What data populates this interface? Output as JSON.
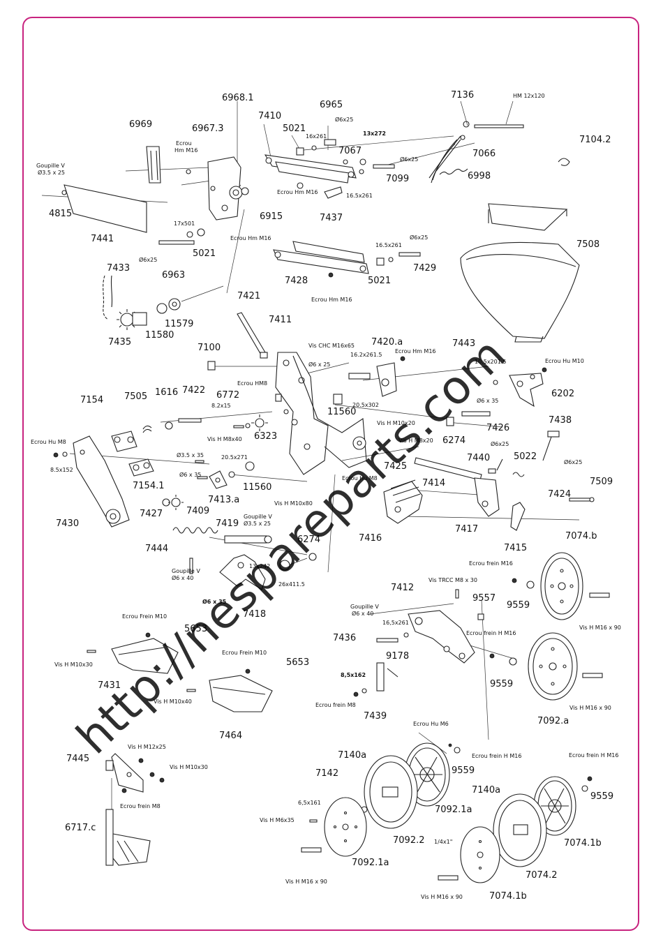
{
  "watermark": "http://nespareparts.com",
  "colors": {
    "frame": "#c8237f",
    "ink": "#111111"
  },
  "part_labels": [
    {
      "id": "6968.1",
      "text": "6968.1",
      "size": "big"
    },
    {
      "id": "6965",
      "text": "6965",
      "size": "big"
    },
    {
      "id": "7136",
      "text": "7136",
      "size": "big"
    },
    {
      "id": "hm12x120",
      "text": "HM 12x120",
      "size": "sm"
    },
    {
      "id": "7410",
      "text": "7410",
      "size": "big"
    },
    {
      "id": "6969",
      "text": "6969",
      "size": "big"
    },
    {
      "id": "6967.3",
      "text": "6967.3",
      "size": "big"
    },
    {
      "id": "5021a",
      "text": "5021",
      "size": "big"
    },
    {
      "id": "d6x25a",
      "text": "Ø6x25",
      "size": "sm"
    },
    {
      "id": "16x261a",
      "text": "16x261",
      "size": "sm"
    },
    {
      "id": "13x272",
      "text": "13x272",
      "size": "sm",
      "bold": true
    },
    {
      "id": "7104.2",
      "text": "7104.2",
      "size": "big"
    },
    {
      "id": "ecrou-hm-m16-a1",
      "text": "Ecrou",
      "size": "sm"
    },
    {
      "id": "ecrou-hm-m16-a2",
      "text": "Hm M16",
      "size": "sm"
    },
    {
      "id": "7067",
      "text": "7067",
      "size": "big"
    },
    {
      "id": "7066",
      "text": "7066",
      "size": "big"
    },
    {
      "id": "goupille-v-a1",
      "text": "Goupille V",
      "size": "sm"
    },
    {
      "id": "goupille-v-a2",
      "text": "Ø3.5 x 25",
      "size": "sm"
    },
    {
      "id": "d6x25b",
      "text": "Ø6x25",
      "size": "sm"
    },
    {
      "id": "7099",
      "text": "7099",
      "size": "big"
    },
    {
      "id": "6998",
      "text": "6998",
      "size": "big"
    },
    {
      "id": "ecrou-hm-m16-b",
      "text": "Ecrou Hm M16",
      "size": "sm"
    },
    {
      "id": "16.5x261a",
      "text": "16.5x261",
      "size": "sm"
    },
    {
      "id": "4815",
      "text": "4815",
      "size": "big"
    },
    {
      "id": "6915",
      "text": "6915",
      "size": "big"
    },
    {
      "id": "7437",
      "text": "7437",
      "size": "big"
    },
    {
      "id": "17x501",
      "text": "17x501",
      "size": "sm"
    },
    {
      "id": "7441",
      "text": "7441",
      "size": "big"
    },
    {
      "id": "ecrou-hm-m16-c",
      "text": "Ecrou Hm M16",
      "size": "sm"
    },
    {
      "id": "5021b",
      "text": "5021",
      "size": "big"
    },
    {
      "id": "7508",
      "text": "7508",
      "size": "big"
    },
    {
      "id": "d6x25c",
      "text": "Ø6x25",
      "size": "sm"
    },
    {
      "id": "16.5x261b",
      "text": "16.5x261",
      "size": "sm"
    },
    {
      "id": "d6x25d",
      "text": "Ø6x25",
      "size": "sm"
    },
    {
      "id": "7433",
      "text": "7433",
      "size": "big"
    },
    {
      "id": "6963",
      "text": "6963",
      "size": "big"
    },
    {
      "id": "7429",
      "text": "7429",
      "size": "big"
    },
    {
      "id": "7428",
      "text": "7428",
      "size": "big"
    },
    {
      "id": "5021c",
      "text": "5021",
      "size": "big"
    },
    {
      "id": "ecrou-hm-m16-d",
      "text": "Ecrou Hm M16",
      "size": "sm"
    },
    {
      "id": "7421",
      "text": "7421",
      "size": "big"
    },
    {
      "id": "11579",
      "text": "11579",
      "size": "big"
    },
    {
      "id": "7435",
      "text": "7435",
      "size": "big"
    },
    {
      "id": "11580",
      "text": "11580",
      "size": "big"
    },
    {
      "id": "7411",
      "text": "7411",
      "size": "big"
    },
    {
      "id": "7443",
      "text": "7443",
      "size": "big"
    },
    {
      "id": "vis-chc-m16x65",
      "text": "Vis CHC M16x65",
      "size": "sm"
    },
    {
      "id": "7420.a",
      "text": "7420.a",
      "size": "big"
    },
    {
      "id": "7100",
      "text": "7100",
      "size": "big"
    },
    {
      "id": "ecrou-hm-m16-e",
      "text": "Ecrou Hm M16",
      "size": "sm"
    },
    {
      "id": "16.2x261.5",
      "text": "16.2x261.5",
      "size": "sm"
    },
    {
      "id": "d6x25e",
      "text": "Ø6 x 25",
      "size": "sm"
    },
    {
      "id": "10.5x201.5",
      "text": "10.5x201.5",
      "size": "sm"
    },
    {
      "id": "ecrou-hu-m10-a",
      "text": "Ecrou Hu M10",
      "size": "sm"
    },
    {
      "id": "ecrou-hm8",
      "text": "Ecrou HM8",
      "size": "sm"
    },
    {
      "id": "6202",
      "text": "6202",
      "size": "big"
    },
    {
      "id": "1616",
      "text": "1616",
      "size": "big"
    },
    {
      "id": "7422",
      "text": "7422",
      "size": "big"
    },
    {
      "id": "6772",
      "text": "6772",
      "size": "big"
    },
    {
      "id": "7154",
      "text": "7154",
      "size": "big"
    },
    {
      "id": "7505",
      "text": "7505",
      "size": "big"
    },
    {
      "id": "8.2x15",
      "text": "8.2x15",
      "size": "sm"
    },
    {
      "id": "20.5x302",
      "text": "20.5x302",
      "size": "sm"
    },
    {
      "id": "d6x35a",
      "text": "Ø6 x 35",
      "size": "sm"
    },
    {
      "id": "11560a",
      "text": "11560",
      "size": "big"
    },
    {
      "id": "vis-h-m10x20",
      "text": "Vis  H  M10x20",
      "size": "sm"
    },
    {
      "id": "7438",
      "text": "7438",
      "size": "big"
    },
    {
      "id": "6323",
      "text": "6323",
      "size": "big"
    },
    {
      "id": "vis-h-m8x40",
      "text": "Vis H M8x40",
      "size": "sm"
    },
    {
      "id": "7426",
      "text": "7426",
      "size": "big"
    },
    {
      "id": "6274a",
      "text": "6274",
      "size": "big"
    },
    {
      "id": "vis-h-m8x20",
      "text": "Vis H  M8x20",
      "size": "sm"
    },
    {
      "id": "ecrou-hu-m8-a",
      "text": "Ecrou Hu M8",
      "size": "sm"
    },
    {
      "id": "8.5x152a",
      "text": "8.5x152",
      "size": "sm"
    },
    {
      "id": "d3.5x35",
      "text": "Ø3.5 x 35",
      "size": "sm"
    },
    {
      "id": "20.5x271",
      "text": "20.5x271",
      "size": "sm"
    },
    {
      "id": "d6x25f",
      "text": "Ø6x25",
      "size": "sm"
    },
    {
      "id": "5022",
      "text": "5022",
      "size": "big"
    },
    {
      "id": "d6x25g",
      "text": "Ø6x25",
      "size": "sm"
    },
    {
      "id": "7440",
      "text": "7440",
      "size": "big"
    },
    {
      "id": "7425",
      "text": "7425",
      "size": "big"
    },
    {
      "id": "d6x35b",
      "text": "Ø6 x 35",
      "size": "sm"
    },
    {
      "id": "ecrou-hu-m8-b",
      "text": "Ecrou Hu M8",
      "size": "sm"
    },
    {
      "id": "7414",
      "text": "7414",
      "size": "big"
    },
    {
      "id": "7509",
      "text": "7509",
      "size": "big"
    },
    {
      "id": "7154.1",
      "text": "7154.1",
      "size": "big"
    },
    {
      "id": "11560b",
      "text": "11560",
      "size": "big"
    },
    {
      "id": "7413.a",
      "text": "7413.a",
      "size": "big"
    },
    {
      "id": "vis-h-m10x80",
      "text": "Vis H  M10x80",
      "size": "sm"
    },
    {
      "id": "7424",
      "text": "7424",
      "size": "big"
    },
    {
      "id": "7430",
      "text": "7430",
      "size": "big"
    },
    {
      "id": "7427",
      "text": "7427",
      "size": "big"
    },
    {
      "id": "7409",
      "text": "7409",
      "size": "big"
    },
    {
      "id": "7419",
      "text": "7419",
      "size": "big"
    },
    {
      "id": "goupille-v-b1",
      "text": "Goupille V",
      "size": "sm"
    },
    {
      "id": "goupille-v-b2",
      "text": "Ø3.5 x 25",
      "size": "sm"
    },
    {
      "id": "7417",
      "text": "7417",
      "size": "big"
    },
    {
      "id": "7416",
      "text": "7416",
      "size": "big"
    },
    {
      "id": "7415",
      "text": "7415",
      "size": "big"
    },
    {
      "id": "7074.b",
      "text": "7074.b",
      "size": "big"
    },
    {
      "id": "7444",
      "text": "7444",
      "size": "big"
    },
    {
      "id": "6274b",
      "text": "6274",
      "size": "big"
    },
    {
      "id": "ecrou-frein-m16-a",
      "text": "Ecrou frein  M16",
      "size": "sm"
    },
    {
      "id": "goupille-v-c1",
      "text": "Goupille V",
      "size": "sm"
    },
    {
      "id": "goupille-v-c2",
      "text": "Ø6 x 40",
      "size": "sm"
    },
    {
      "id": "13x242",
      "text": "13x242",
      "size": "sm"
    },
    {
      "id": "26x411.5",
      "text": "26x411.5",
      "size": "sm"
    },
    {
      "id": "vis-trcc-m8x30",
      "text": "Vis TRCC M8 x 30",
      "size": "sm"
    },
    {
      "id": "9559a",
      "text": "9559",
      "size": "big"
    },
    {
      "id": "d6x35c",
      "text": "Ø6 x 35",
      "size": "sm",
      "bold": true
    },
    {
      "id": "7418",
      "text": "7418",
      "size": "big"
    },
    {
      "id": "7412",
      "text": "7412",
      "size": "big"
    },
    {
      "id": "9557",
      "text": "9557",
      "size": "big"
    },
    {
      "id": "vis-h-m16x90-a",
      "text": "Vis H  M16 x 90",
      "size": "sm"
    },
    {
      "id": "ecrou-frein-m10-a",
      "text": "Ecrou Frein M10",
      "size": "sm"
    },
    {
      "id": "goupille-v-d1",
      "text": "Goupille V",
      "size": "sm"
    },
    {
      "id": "goupille-v-d2",
      "text": "Ø6 x 40",
      "size": "sm"
    },
    {
      "id": "5653a",
      "text": "5653",
      "size": "big"
    },
    {
      "id": "16.5x261c",
      "text": "16,5x261",
      "size": "sm"
    },
    {
      "id": "7436",
      "text": "7436",
      "size": "big"
    },
    {
      "id": "ecrou-frein-h-m16-a",
      "text": "Ecrou frein H  M16",
      "size": "sm"
    },
    {
      "id": "vis-h-m10x30-a",
      "text": "Vis H  M10x30",
      "size": "sm"
    },
    {
      "id": "ecrou-frein-m10-b",
      "text": "Ecrou Frein M10",
      "size": "sm"
    },
    {
      "id": "9178",
      "text": "9178",
      "size": "big"
    },
    {
      "id": "5653b",
      "text": "5653",
      "size": "big"
    },
    {
      "id": "7431",
      "text": "7431",
      "size": "big"
    },
    {
      "id": "8.5x162",
      "text": "8,5x162",
      "size": "sm",
      "bold": true
    },
    {
      "id": "9559b",
      "text": "9559",
      "size": "big"
    },
    {
      "id": "vis-h-m10x40",
      "text": "Vis H  M10x40",
      "size": "sm"
    },
    {
      "id": "vis-h-m16x90-b",
      "text": "Vis H  M16 x 90",
      "size": "sm"
    },
    {
      "id": "ecrou-frein-m8-a",
      "text": "Ecrou frein M8",
      "size": "sm"
    },
    {
      "id": "7092.a",
      "text": "7092.a",
      "size": "big"
    },
    {
      "id": "7439",
      "text": "7439",
      "size": "big"
    },
    {
      "id": "7464",
      "text": "7464",
      "size": "big"
    },
    {
      "id": "ecrou-hu-m6",
      "text": "Ecrou Hu  M6",
      "size": "sm"
    },
    {
      "id": "vis-h-m12x25",
      "text": "Vis H  M12x25",
      "size": "sm"
    },
    {
      "id": "ecrou-frein-h-m16-b",
      "text": "Ecrou frein H  M16",
      "size": "sm"
    },
    {
      "id": "ecrou-frein-h-m16-c",
      "text": "Ecrou frein H  M16",
      "size": "sm"
    },
    {
      "id": "7140a-a",
      "text": "7140a",
      "size": "big"
    },
    {
      "id": "7445",
      "text": "7445",
      "size": "big"
    },
    {
      "id": "vis-h-m10x30-b",
      "text": "Vis H  M10x30",
      "size": "sm"
    },
    {
      "id": "9559c",
      "text": "9559",
      "size": "big"
    },
    {
      "id": "7142",
      "text": "7142",
      "size": "big"
    },
    {
      "id": "9559d",
      "text": "9559",
      "size": "big"
    },
    {
      "id": "7140a-b",
      "text": "7140a",
      "size": "big"
    },
    {
      "id": "ecrou-frein-m8-b",
      "text": "Ecrou frein M8",
      "size": "sm"
    },
    {
      "id": "6.5x161",
      "text": "6,5x161",
      "size": "sm"
    },
    {
      "id": "7092.1a-a",
      "text": "7092.1a",
      "size": "big"
    },
    {
      "id": "vis-h-m6x35",
      "text": "Vis H  M6x35",
      "size": "sm"
    },
    {
      "id": "6717.c",
      "text": "6717.c",
      "size": "big"
    },
    {
      "id": "7092.2",
      "text": "7092.2",
      "size": "big"
    },
    {
      "id": "1/4x1",
      "text": "1/4x1\"",
      "size": "sm"
    },
    {
      "id": "7074.1b-a",
      "text": "7074.1b",
      "size": "big"
    },
    {
      "id": "7092.1a-b",
      "text": "7092.1a",
      "size": "big"
    },
    {
      "id": "7074.2",
      "text": "7074.2",
      "size": "big"
    },
    {
      "id": "vis-h-m16x90-c",
      "text": "Vis H  M16 x 90",
      "size": "sm"
    },
    {
      "id": "vis-h-m16x90-d",
      "text": "Vis H  M16 x 90",
      "size": "sm"
    },
    {
      "id": "7074.1b-b",
      "text": "7074.1b",
      "size": "big"
    }
  ]
}
